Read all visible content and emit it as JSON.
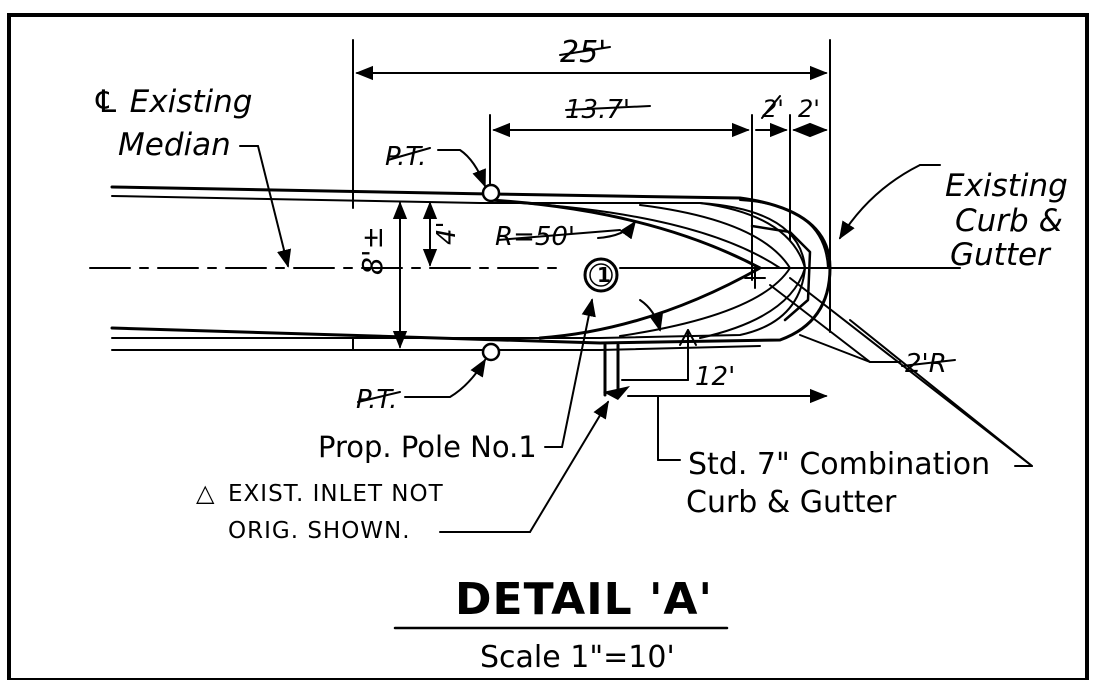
{
  "dimensions": {
    "overall_width": "25'",
    "span": "13.7'",
    "offset_left": "2'",
    "offset_right": "2'",
    "half_width": "4'",
    "full_width": "8'±",
    "radius_large": "R=50'",
    "radius_small": "2'R",
    "gutter_length": "12'"
  },
  "labels": {
    "existing_median_line1": "℄ Existing",
    "existing_median_line2": "Median",
    "pt_top": "P.T.",
    "pt_bottom": "P.T.",
    "existing_curb_line1": "Existing",
    "existing_curb_line2": "Curb &",
    "existing_curb_line3": "Gutter",
    "pole_number": "1",
    "prop_pole": "Prop. Pole No.1",
    "std_curb_line1": "Std. 7\" Combination",
    "std_curb_line2": "Curb & Gutter",
    "revision_mark": "△",
    "inlet_note_line1": "EXIST. INLET NOT",
    "inlet_note_line2": "ORIG. SHOWN."
  },
  "title_block": {
    "title": "DETAIL 'A'",
    "scale": "Scale 1\"=10'"
  }
}
